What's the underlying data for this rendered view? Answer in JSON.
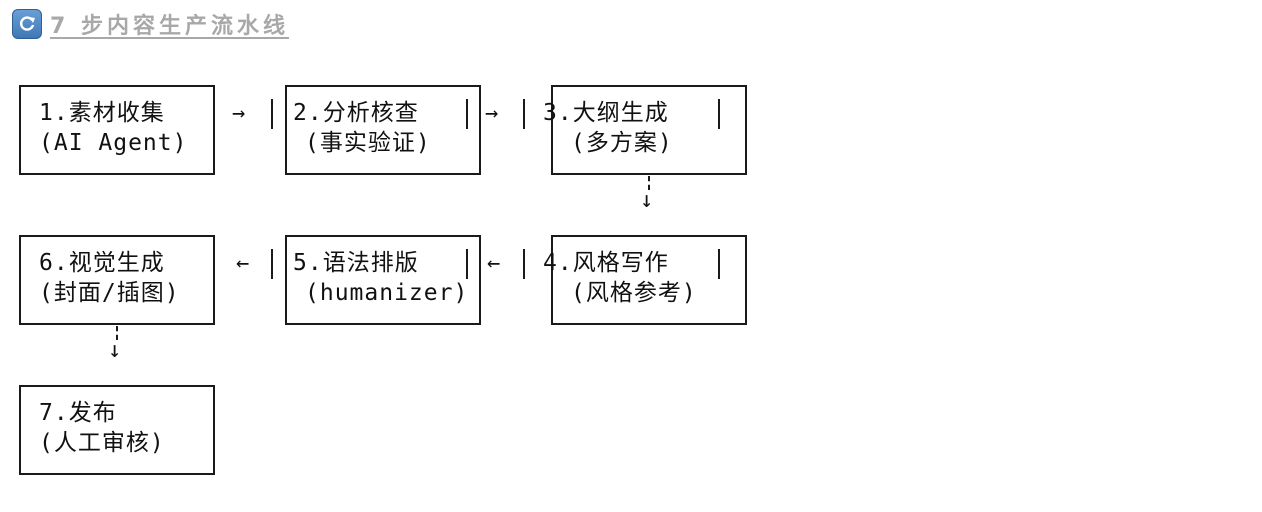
{
  "title": {
    "icon": "refresh-icon",
    "text": "7 步内容生产流水线"
  },
  "steps": [
    {
      "line1": "1.素材收集",
      "line2": "(AI Agent)"
    },
    {
      "line1": "2.分析核查",
      "line2": "(事实验证)"
    },
    {
      "line1": "3.大纲生成",
      "line2": "(多方案)"
    },
    {
      "line1": "4.风格写作",
      "line2": "(风格参考)"
    },
    {
      "line1": "5.语法排版",
      "line2": "(humanizer)"
    },
    {
      "line1": "6.视觉生成",
      "line2": "(封面/插图)"
    },
    {
      "line1": "7.发布",
      "line2": "(人工审核)"
    }
  ],
  "arrows": {
    "right": "→",
    "left": "←",
    "down": "↓"
  }
}
